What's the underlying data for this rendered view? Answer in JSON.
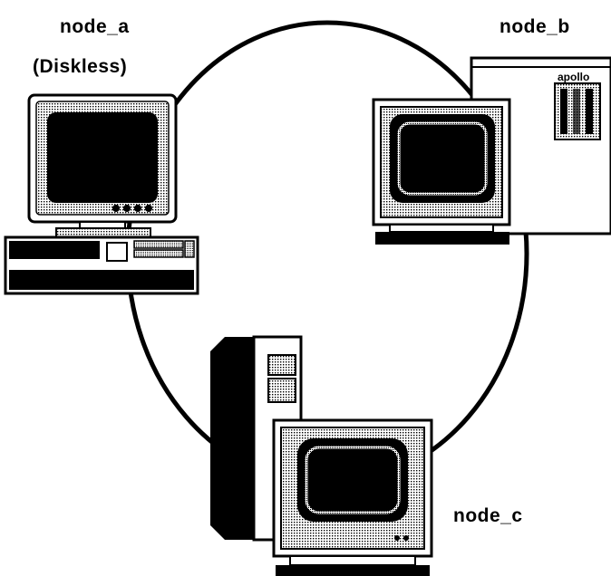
{
  "nodes": {
    "a": {
      "name": "node_a",
      "note": "(Diskless)"
    },
    "b": {
      "name": "node_b",
      "brand": "apollo"
    },
    "c": {
      "name": "node_c"
    }
  },
  "colors": {
    "ink": "#000000",
    "paper": "#ffffff",
    "stipple": "#bdbdbd"
  },
  "icons": [
    "desktop-computer-icon",
    "workstation-tower-icon",
    "tower-computer-icon",
    "ring-network-icon"
  ]
}
